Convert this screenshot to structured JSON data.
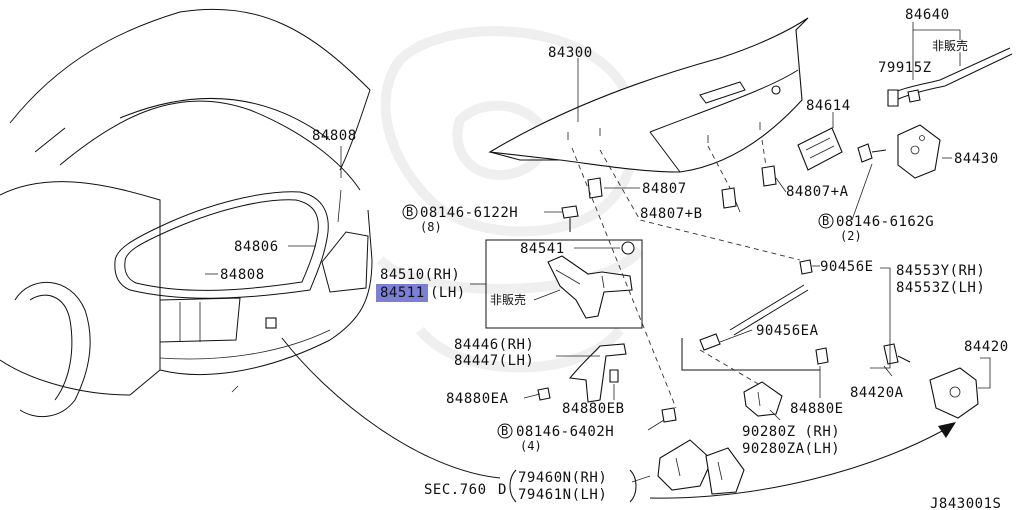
{
  "labels": {
    "p84300": "84300",
    "p84640": "84640",
    "hanbaigai_top": "非販売",
    "p79915z": "79915Z",
    "p84614": "84614",
    "p84430": "84430",
    "p84808_top": "84808",
    "p84807": "84807",
    "p84807a": "84807+A",
    "p84807b": "84807+B",
    "bolt_08146_6122h": "08146-6122H",
    "bolt_08146_6122h_qty": "(8)",
    "bolt_08146_6162g": "08146-6162G",
    "bolt_08146_6162g_qty": "(2)",
    "p84806": "84806",
    "p84541": "84541",
    "p84808_mid": "84808",
    "p84510": "84510(RH)",
    "p84511_code": "84511",
    "p84511_side": "(LH)",
    "hanbaigai_mid": "非販売",
    "p90456e": "90456E",
    "p84553y": "84553Y(RH)",
    "p84553z": "84553Z(LH)",
    "p90456ea": "90456EA",
    "p84446": "84446(RH)",
    "p84447": "84447(LH)",
    "p84880ea": "84880EA",
    "p84880eb": "84880EB",
    "p84880e": "84880E",
    "p84420": "84420",
    "p84420a": "84420A",
    "bolt_08146_6402h": "08146-6402H",
    "bolt_08146_6402h_qty": "(4)",
    "p90280z": "90280Z (RH)",
    "p90280za": "90280ZA(LH)",
    "sec760": "SEC.760",
    "sec760_d": "D",
    "p79460n": "79460N(RH)",
    "p79461n": "79461N(LH)",
    "diagram_code": "J843001S",
    "bolt_symbol": "B"
  },
  "colors": {
    "highlight": "#7b7fd6",
    "line": "#111111",
    "watermark": "#ececec"
  }
}
